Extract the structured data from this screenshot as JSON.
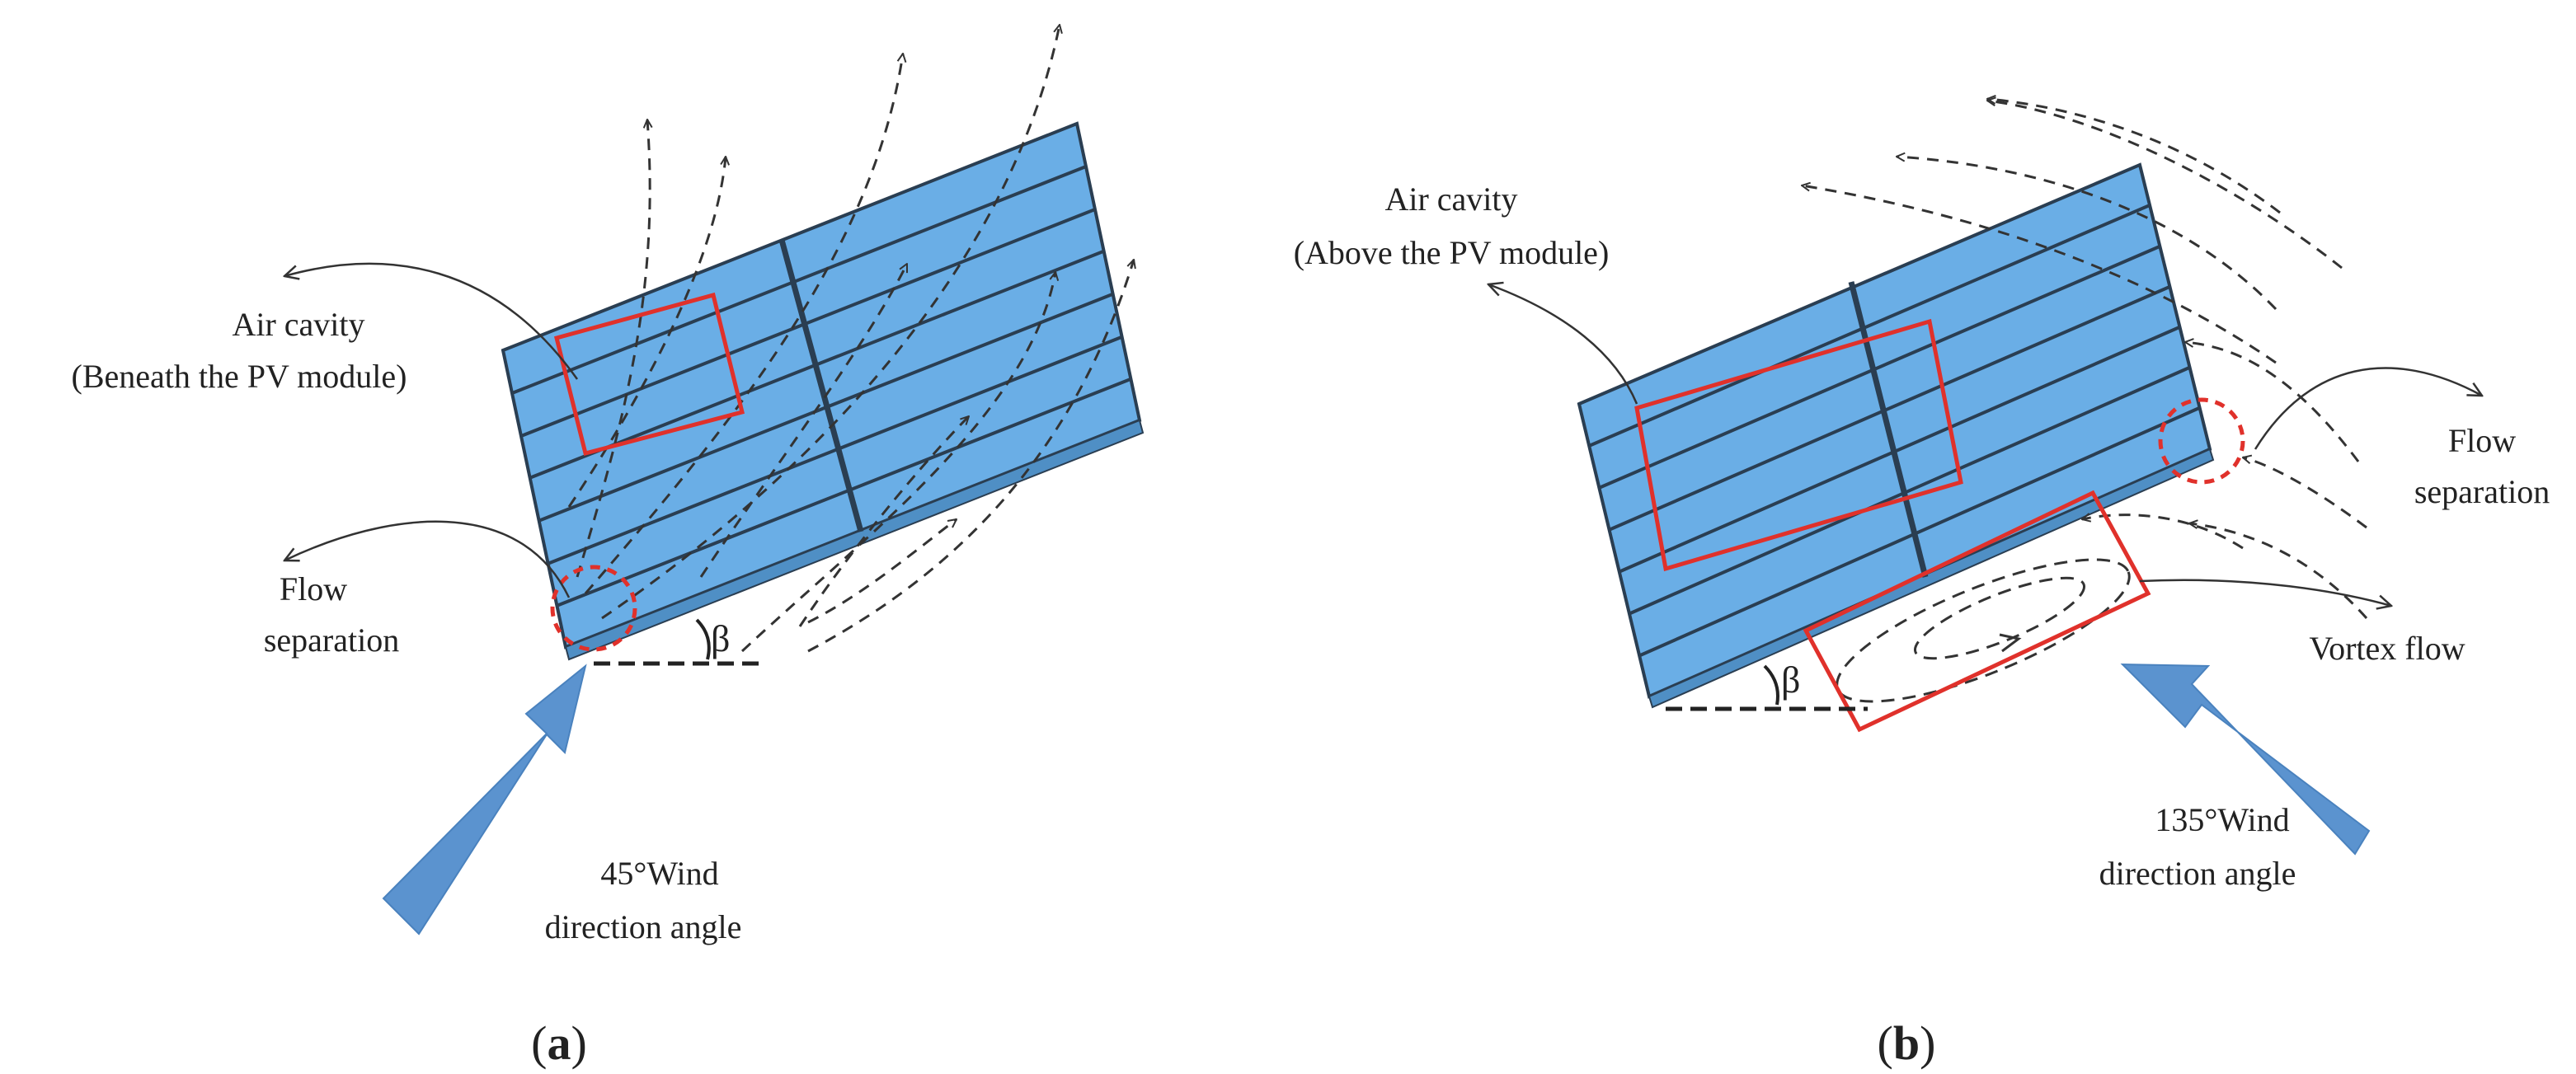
{
  "colors": {
    "panel_fill": "#6aaee6",
    "panel_line": "#2a3e52",
    "highlight": "#e0312b",
    "wind_arrow": "#5b93cf",
    "annotation": "#333333"
  },
  "panel_a": {
    "air_cavity_line1": "Air cavity",
    "air_cavity_line2": "(Beneath the PV module)",
    "flow_sep_line1": "Flow",
    "flow_sep_line2": "separation",
    "angle_symbol": "β",
    "wind_line1": "45°Wind",
    "wind_line2": "direction angle",
    "label_open": "(",
    "label_letter": "a",
    "label_close": ")"
  },
  "panel_b": {
    "air_cavity_line1": "Air cavity",
    "air_cavity_line2": "(Above the PV module)",
    "flow_sep_line1": "Flow",
    "flow_sep_line2": "separation",
    "vortex": "Vortex flow",
    "angle_symbol": "β",
    "wind_line1": "135°Wind",
    "wind_line2": "direction angle",
    "label_open": "(",
    "label_letter": "b",
    "label_close": ")"
  }
}
